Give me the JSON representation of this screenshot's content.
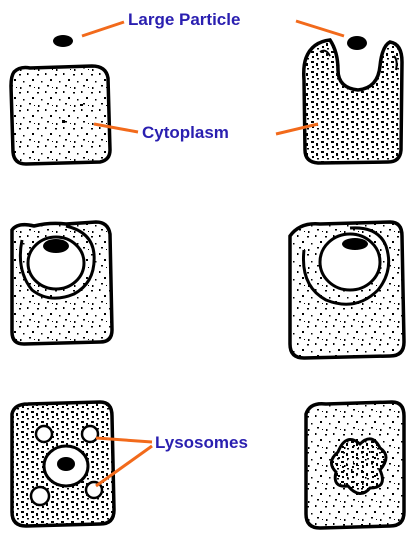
{
  "labels": {
    "large_particle": "Large Particle",
    "cytoplasm": "Cytoplasm",
    "lysosomes": "Lysosomes"
  },
  "colors": {
    "label_text": "#2a1fb0",
    "pointer_line": "#f26a1b",
    "cell_outline": "#000000",
    "background": "#ffffff"
  }
}
